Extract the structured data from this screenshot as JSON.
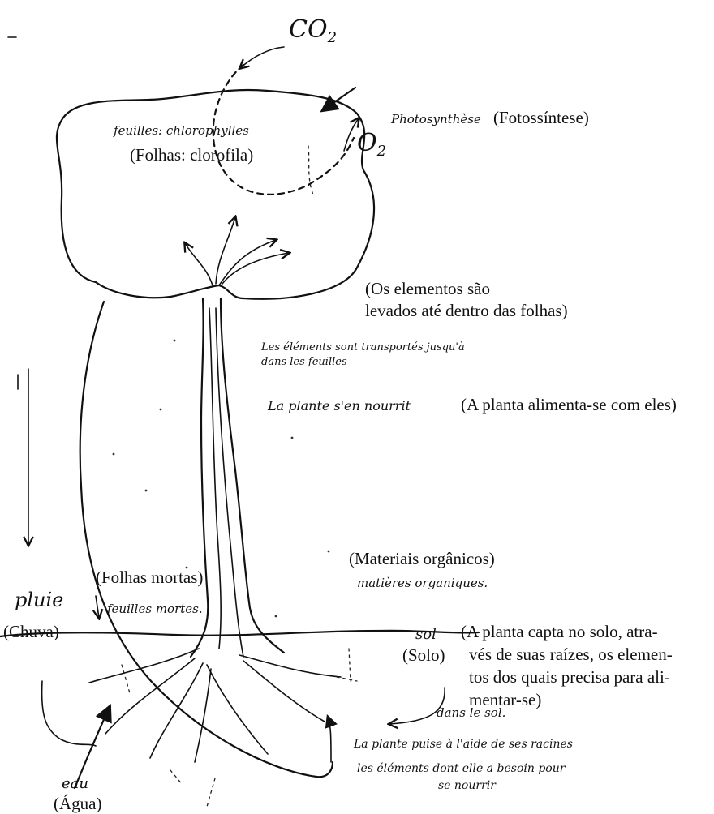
{
  "labels": {
    "co2": "CO",
    "co2_sub": "2",
    "o2": "O",
    "o2_sub": "2",
    "feuilles_hand": "feuilles: chlorophylles",
    "folhas_pt": "(Folhas: clorofila)",
    "photosynthese_hand": "Photosynthèse",
    "fotossintese_pt": "(Fotossíntese)",
    "elementos_pt_1": "(Os elementos são",
    "elementos_pt_2": "levados até dentro das folhas)",
    "elements_hand_1": "Les éléments sont transportés jusqu'à",
    "elements_hand_2": "dans les feuilles",
    "nourrit_hand": "La plante s'en nourrit",
    "alimenta_pt": "(A planta alimenta-se com eles)",
    "materiais_pt": "(Materiais orgânicos)",
    "matieres_hand": "matières organiques.",
    "folhas_mortas_pt": "(Folhas mortas)",
    "feuilles_mortes_hand": "feuilles mortes.",
    "pluie_hand": "pluie",
    "chuva_pt": "(Chuva)",
    "sol_hand": "sol",
    "solo_pt": "(Solo)",
    "capta_pt_1": "(A planta capta no solo, atra-",
    "capta_pt_2": "vés de suas raízes, os elemen-",
    "capta_pt_3": "tos dos quais precisa para ali-",
    "capta_pt_4": "mentar-se)",
    "dans_sol_hand": "dans le sol.",
    "puise_hand_1": "La plante puise à l'aide de ses racines",
    "puise_hand_2": "les éléments dont elle a besoin pour",
    "puise_hand_3": "se nourrir",
    "eau_hand": "eau",
    "agua_pt": "(Água)"
  }
}
